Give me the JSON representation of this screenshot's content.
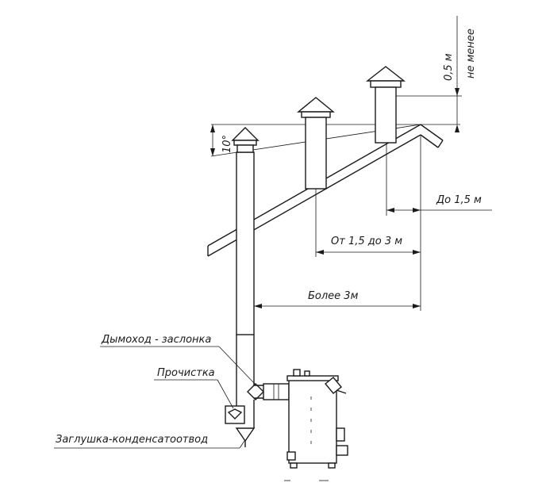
{
  "labels": {
    "min_height": "0,5 м",
    "min_height_note": "не менее",
    "angle": "10°",
    "dist_near": "До 1,5 м",
    "dist_mid": "От 1,5 до 3 м",
    "dist_far": "Более 3м",
    "damper": "Дымоход - заслонка",
    "cleanout": "Прочистка",
    "condensate_plug": "Заглушка-конденсатоотвод"
  }
}
